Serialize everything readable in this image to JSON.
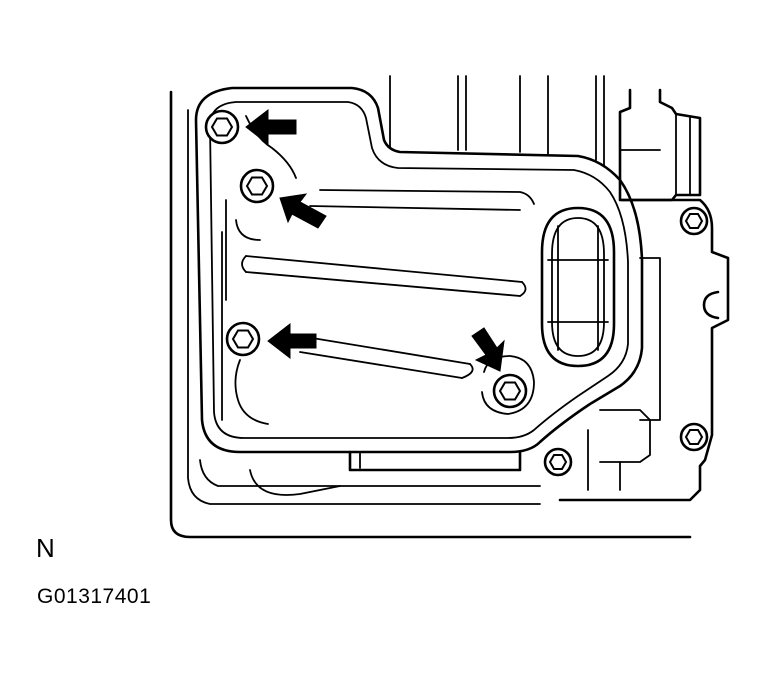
{
  "diagram": {
    "orientation_label": "N",
    "figure_code": "G01317401",
    "arrow_count": 4,
    "bolt_count": 7,
    "line_color": "#000000",
    "background_color": "#ffffff"
  }
}
